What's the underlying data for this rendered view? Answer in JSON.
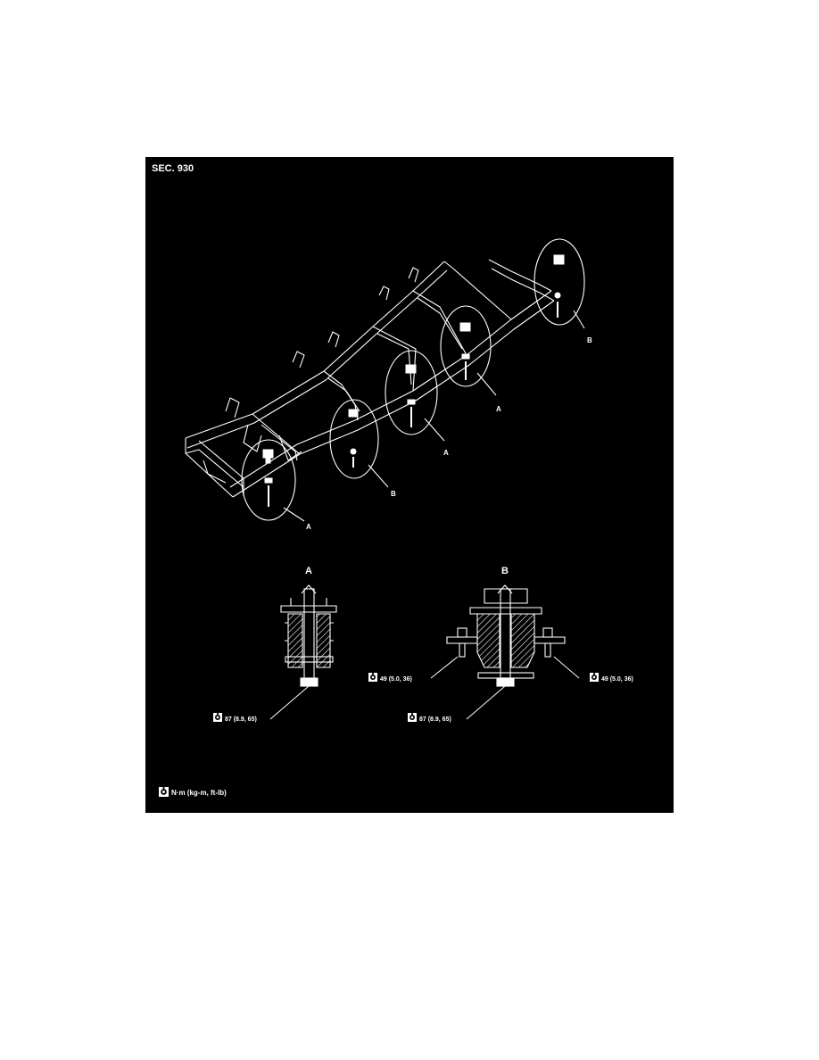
{
  "section": "SEC. 930",
  "callouts": {
    "a1": "A",
    "a2": "A",
    "a3": "A",
    "b1": "B",
    "b2": "B"
  },
  "detail_a": {
    "heading": "A",
    "torque": "87 (8.9, 65)"
  },
  "detail_b": {
    "heading": "B",
    "torque_center": "87 (8.9, 65)",
    "torque_left": "49 (5.0, 36)",
    "torque_right": "49 (5.0, 36)"
  },
  "legend": {
    "units": "N·m (kg-m, ft-lb)",
    "icon": "torque-wrench-icon"
  },
  "colors": {
    "background": "#000000",
    "lines": "#ffffff",
    "page": "#ffffff"
  }
}
